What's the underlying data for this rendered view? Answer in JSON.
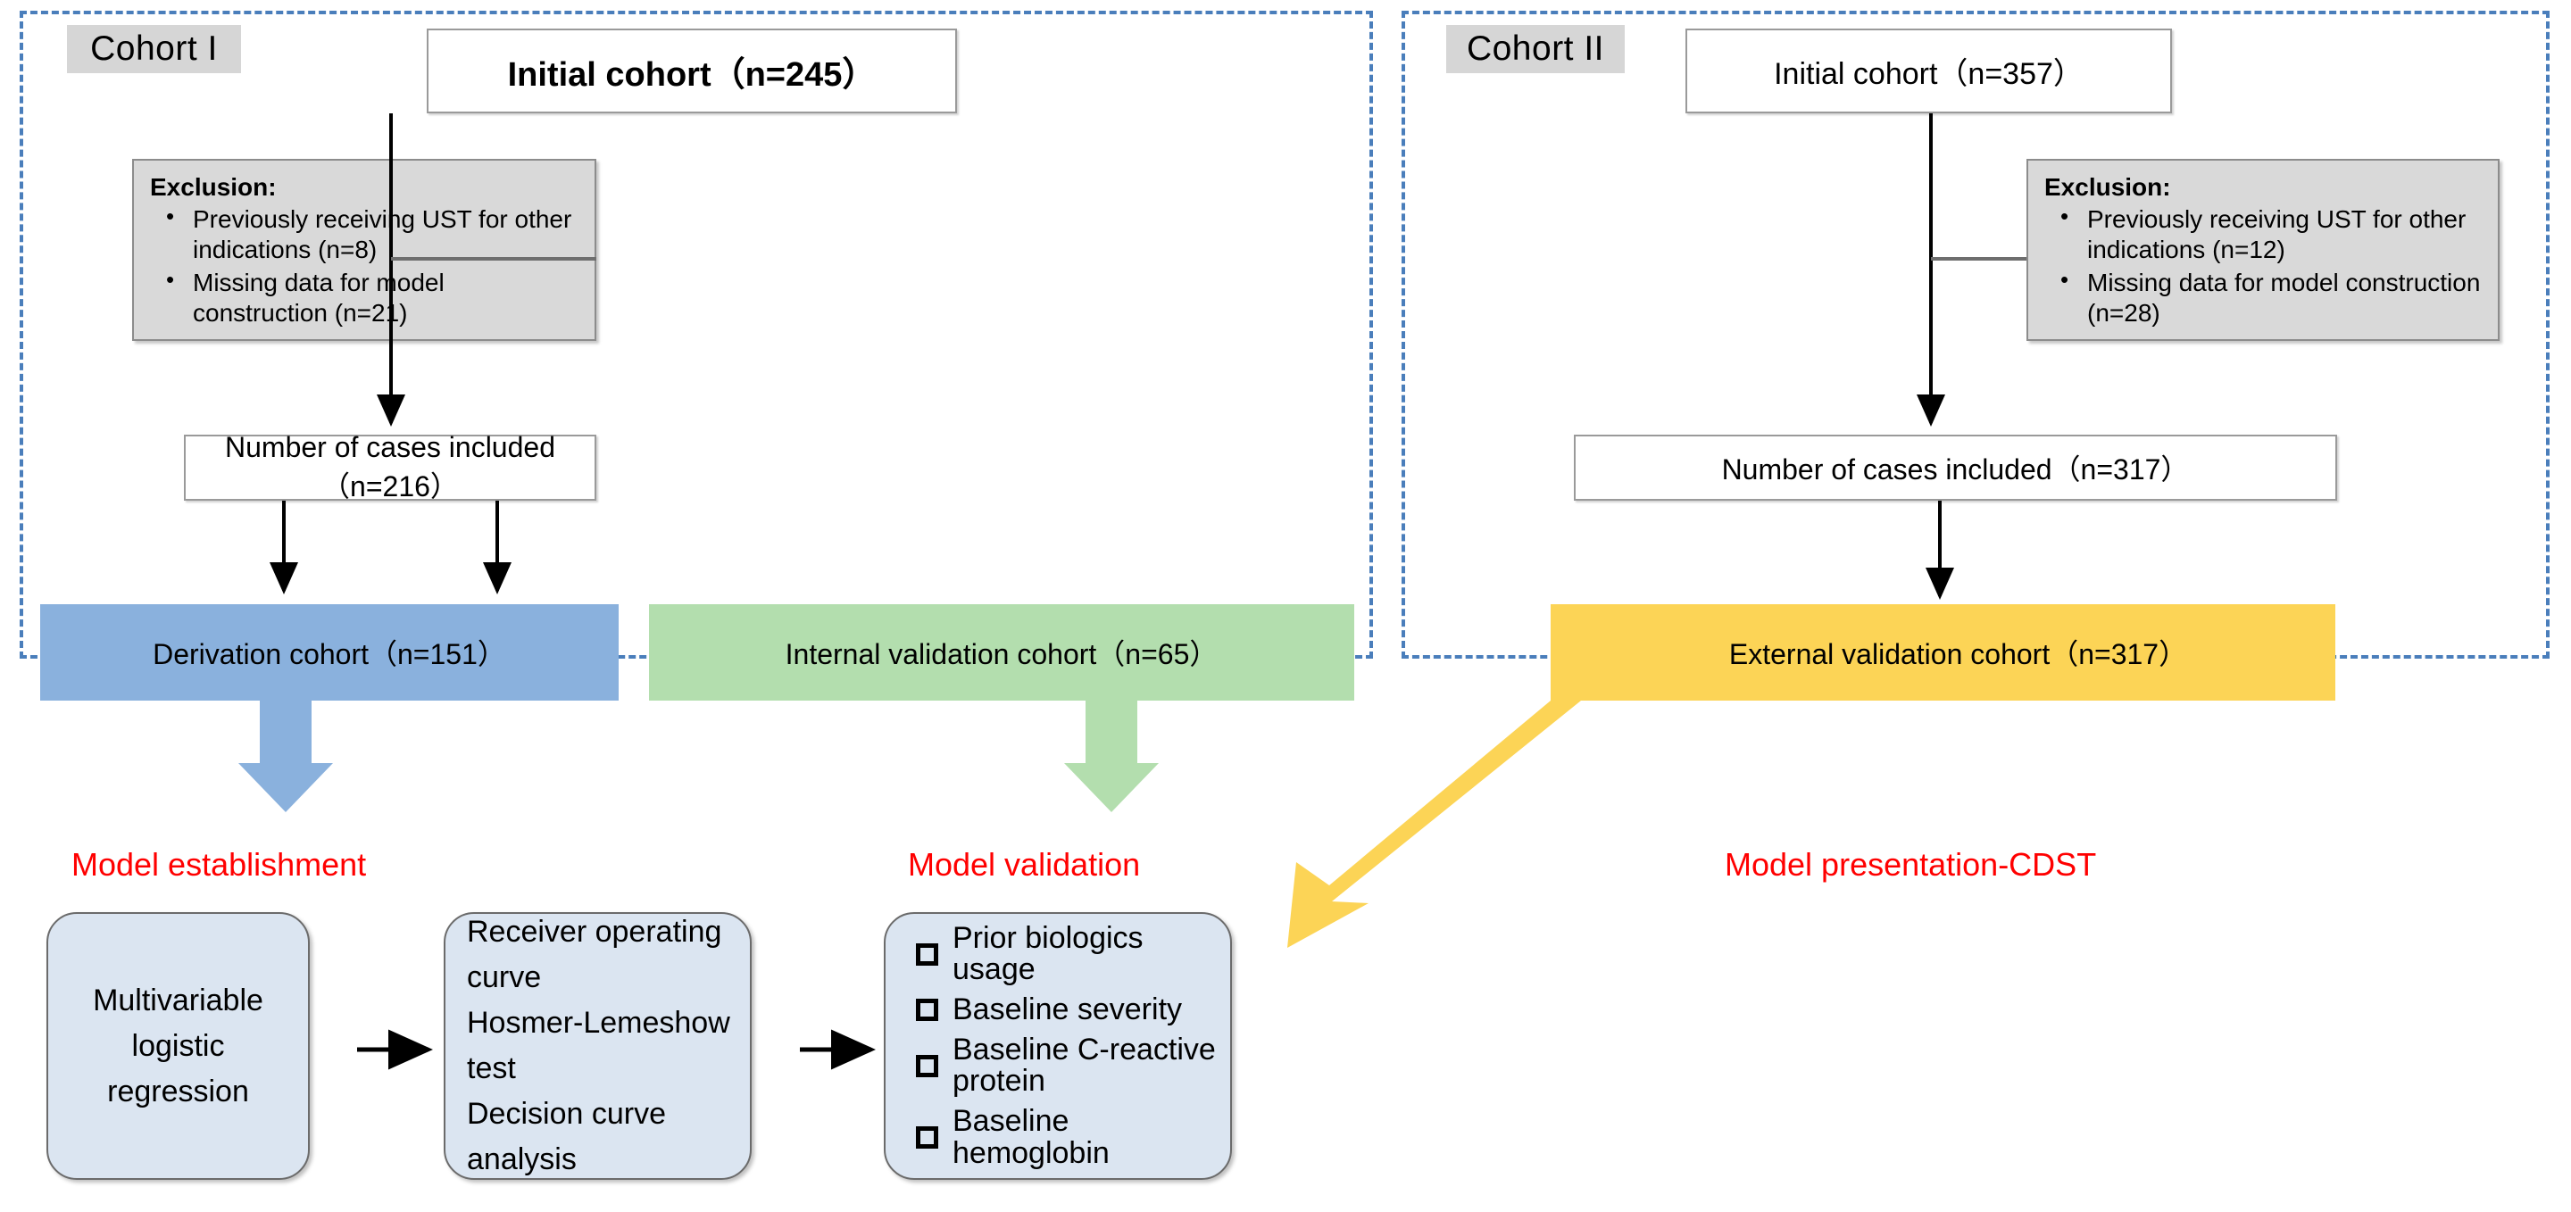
{
  "cohort1": {
    "tag": "Cohort I",
    "initial": "Initial cohort（n=245）",
    "exclusion": {
      "title": "Exclusion:",
      "items": [
        "Previously receiving UST for other indications (n=8)",
        "Missing data for model construction (n=21)"
      ]
    },
    "included": "Number of cases included（n=216）",
    "derivation": "Derivation cohort（n=151）",
    "internal": "Internal validation cohort（n=65）"
  },
  "cohort2": {
    "tag": "Cohort II",
    "initial": "Initial cohort（n=357）",
    "exclusion": {
      "title": "Exclusion:",
      "items": [
        "Previously receiving UST for other indications (n=12)",
        "Missing data for model construction (n=28)"
      ]
    },
    "included": "Number of cases included（n=317）",
    "external": "External validation cohort（n=317）"
  },
  "bottom": {
    "captions": {
      "establishment": "Model establishment",
      "validation": "Model validation",
      "presentation": "Model presentation-CDST"
    },
    "establishment_panel": "Multivariable logistic\nregression",
    "validation_panel": "Receiver operating curve\nHosmer-Lemeshow test\nDecision curve analysis",
    "cdst_items": [
      "Prior biologics usage",
      "Baseline severity",
      "Baseline C-reactive protein",
      "Baseline hemoglobin"
    ]
  },
  "colors": {
    "derivation": "#8ab1dd",
    "internal": "#b3deae",
    "external": "#fcd456",
    "panel": "#dbe5f1",
    "caption": "#ff0000",
    "dashed_border": "#4a7ebb",
    "exclusion_bg": "#d9d9d9"
  }
}
